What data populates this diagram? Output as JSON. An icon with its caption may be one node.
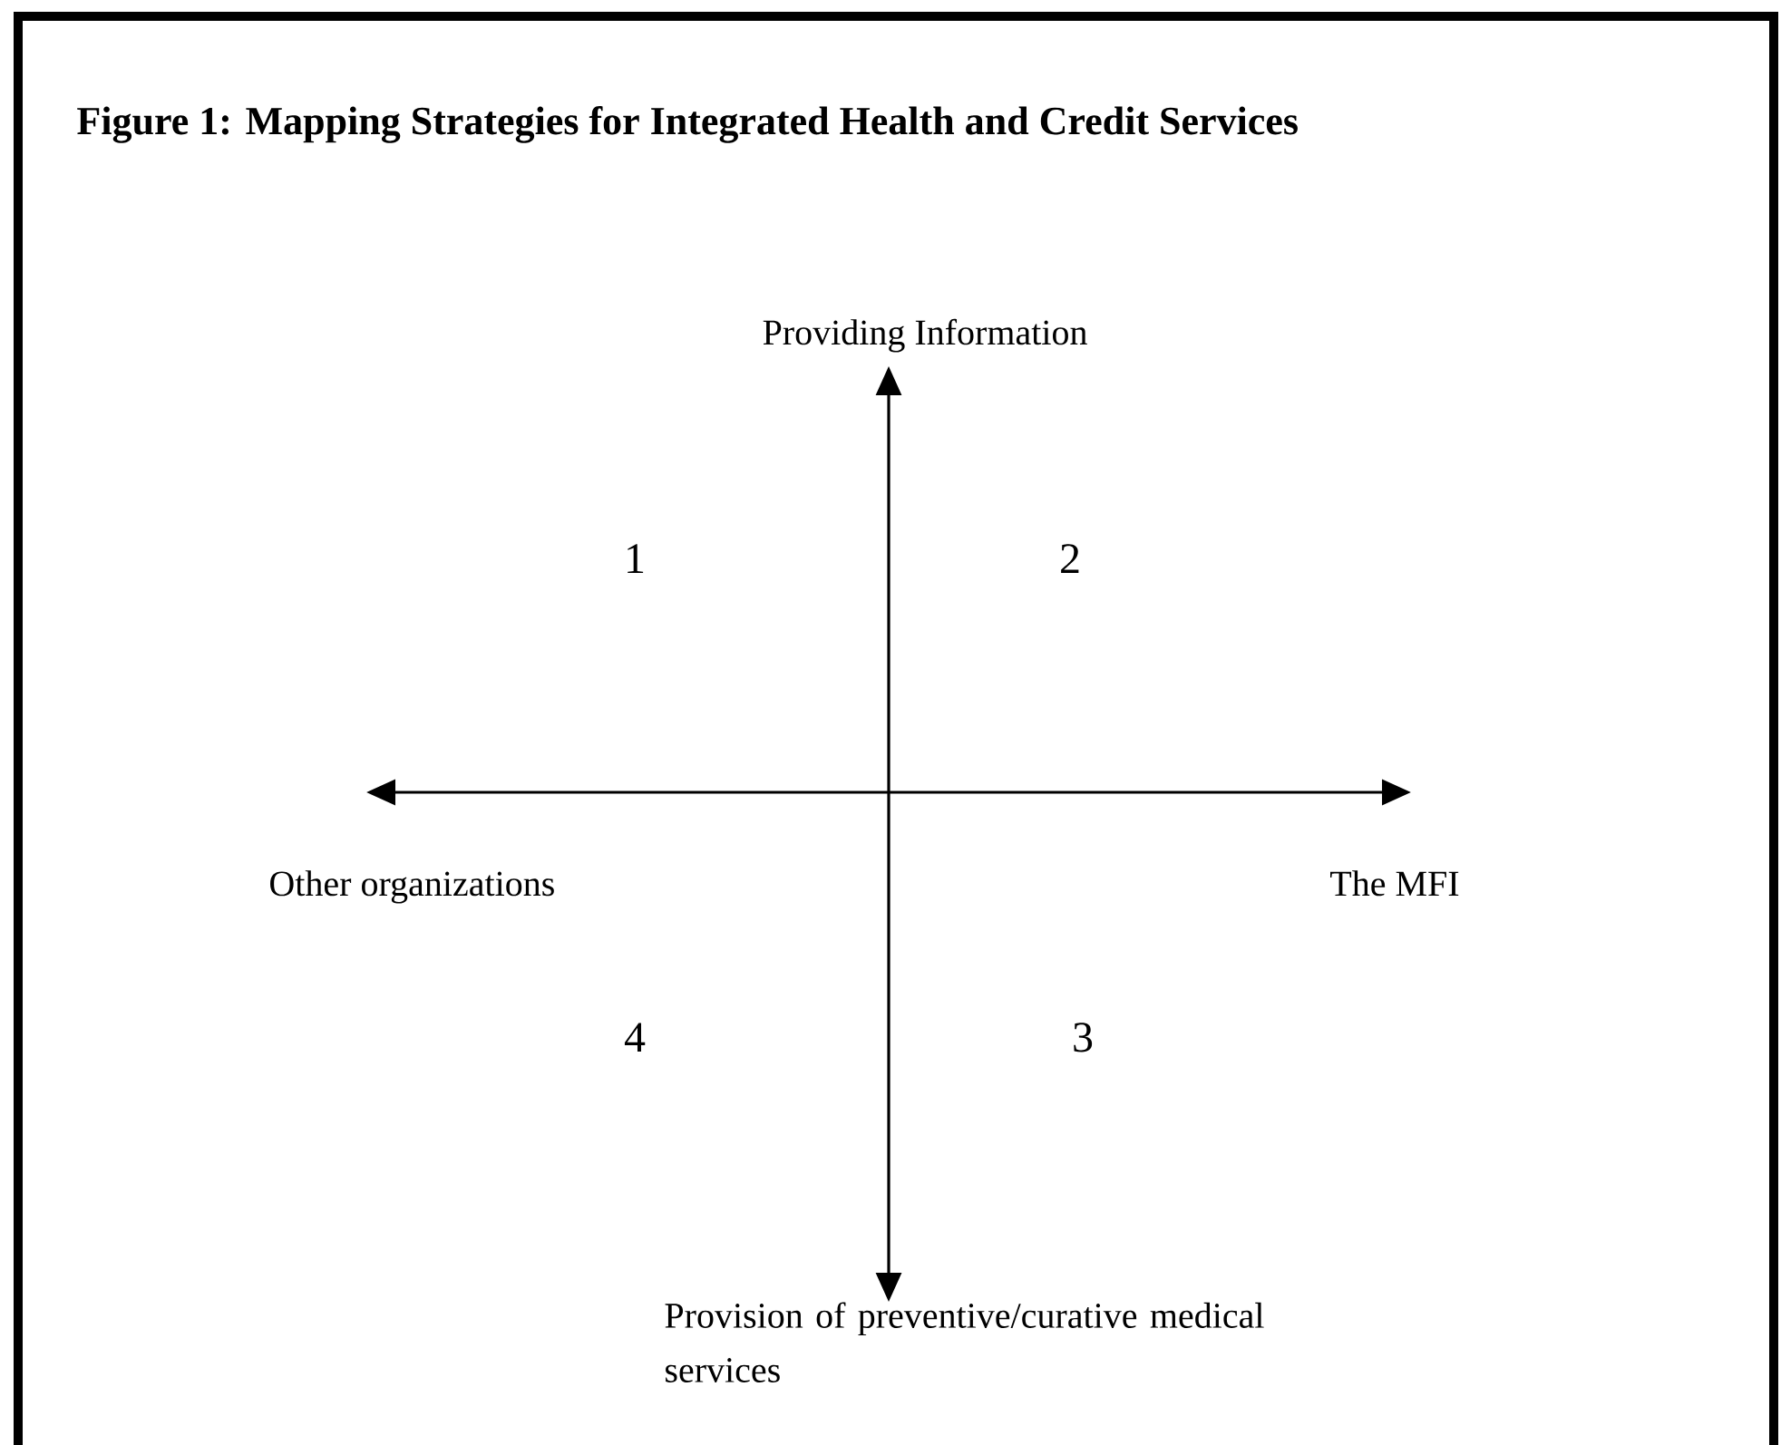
{
  "diagram": {
    "title": "Figure 1: Mapping Strategies for Integrated Health and Credit Services",
    "labels": [
      "Providing Information",
      "1",
      "2",
      "Other organizations",
      "The MFI",
      "4",
      "3",
      "Provision of preventive/curative medical services"
    ]
  }
}
